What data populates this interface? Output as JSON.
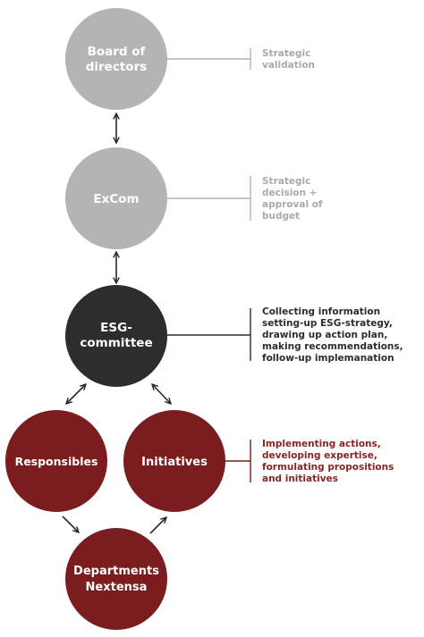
{
  "colors": {
    "grey_node": "#b4b4b4",
    "grey_text": "#a9a9a9",
    "dark_node": "#2d2c2e",
    "red_node": "#7b1d1e",
    "red_text": "#8a2424",
    "arrow": "#2a2a2a",
    "white": "#ffffff"
  },
  "nodes": {
    "board": {
      "line1": "Board of",
      "line2": "directors"
    },
    "excom": {
      "label": "ExCom"
    },
    "esg": {
      "line1": "ESG-",
      "line2": "committee"
    },
    "responsibles": {
      "label": "Responsibles"
    },
    "initiatives": {
      "label": "Initiatives"
    },
    "departments": {
      "line1": "Departments",
      "line2": "Nextensa"
    }
  },
  "descriptions": {
    "board": [
      "Strategic",
      "validation"
    ],
    "excom": [
      "Strategic",
      "decision +",
      "approval of",
      "budget"
    ],
    "esg": [
      "Collecting information",
      "setting-up ESG-strategy,",
      "drawing up action plan,",
      "making recommendations,",
      "follow-up implemanation"
    ],
    "action": [
      "Implementing actions,",
      "developing expertise,",
      "formulating propositions",
      "and initiatives"
    ]
  }
}
